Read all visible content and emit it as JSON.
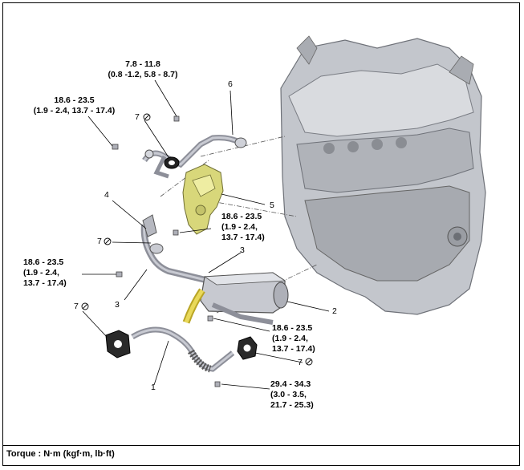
{
  "footer": {
    "torque_unit": "Torque : N·m (kgf·m, lb·ft)"
  },
  "torque_labels": {
    "t_top": [
      "7.8 - 11.8",
      "(0.8 -1.2, 5.8 - 8.7)"
    ],
    "t_left_upper": [
      "18.6 - 23.5",
      "(1.9 - 2.4, 13.7 - 17.4)"
    ],
    "t_mid": [
      "18.6 - 23.5",
      "(1.9 - 2.4,",
      "13.7 - 17.4)"
    ],
    "t_left_mid": [
      "18.6 - 23.5",
      "(1.9 - 2.4,",
      "13.7 - 17.4)"
    ],
    "t_right": [
      "18.6 - 23.5",
      "(1.9 - 2.4,",
      "13.7 - 17.4)"
    ],
    "t_bottom": [
      "29.4 - 34.3",
      "(3.0 - 3.5,",
      "21.7 - 25.3)"
    ]
  },
  "part_numbers": {
    "p1": "1",
    "p2": "2",
    "p3a": "3",
    "p3b": "3",
    "p4": "4",
    "p5": "5",
    "p6": "6",
    "p7a": "7",
    "p7b": "7",
    "p7c": "7",
    "p7d": "7"
  },
  "colors": {
    "accent_gasket": "#c9c98a",
    "egr_valve": "#d8d77a",
    "pipe": "#9a9aa6",
    "engine": "#b9bcc2"
  }
}
